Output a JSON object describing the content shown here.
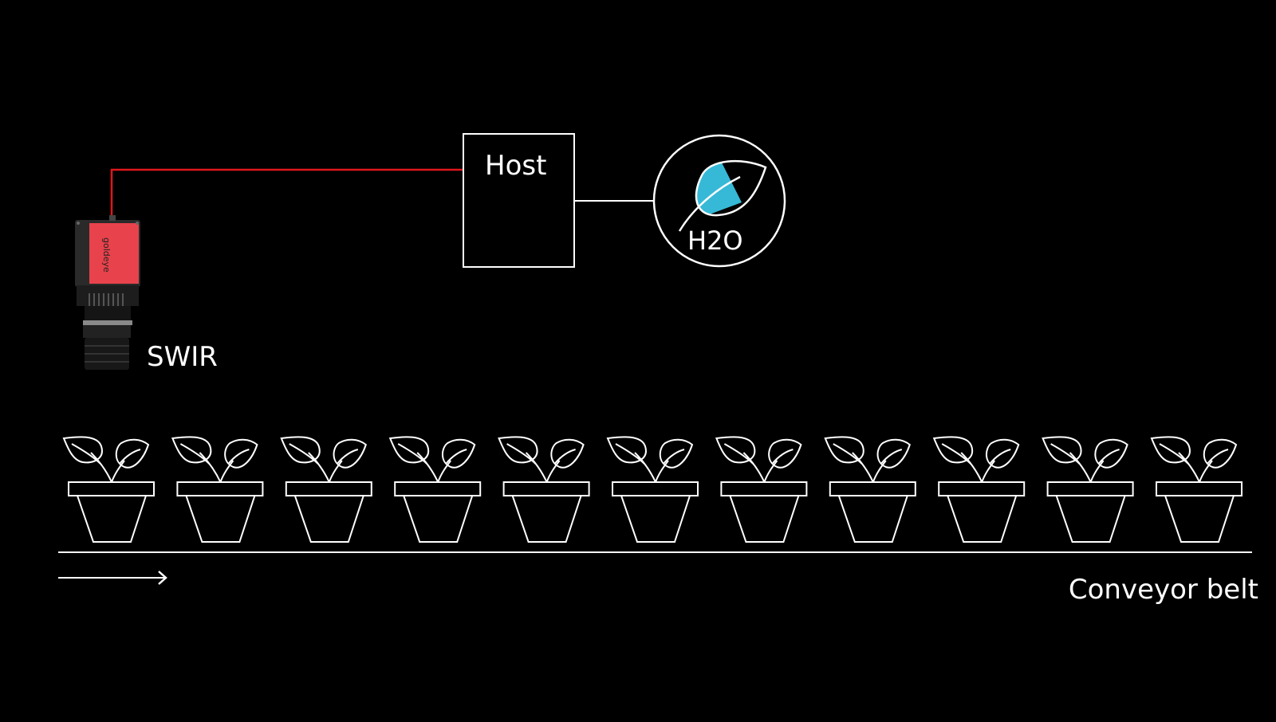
{
  "diagram": {
    "camera": {
      "label": "SWIR",
      "brand_text": "goldeye",
      "body_color": "#e8424c"
    },
    "host": {
      "label": "Host"
    },
    "analysis": {
      "label": "H2O",
      "icon": "leaf-water-icon",
      "water_color": "#36b9d6"
    },
    "conveyor": {
      "label": "Conveyor belt",
      "direction": "left-to-right",
      "plant_count": 11
    },
    "connections": [
      {
        "from": "camera",
        "to": "host",
        "color": "#e0161b"
      },
      {
        "from": "host",
        "to": "analysis",
        "color": "#ffffff"
      }
    ]
  }
}
